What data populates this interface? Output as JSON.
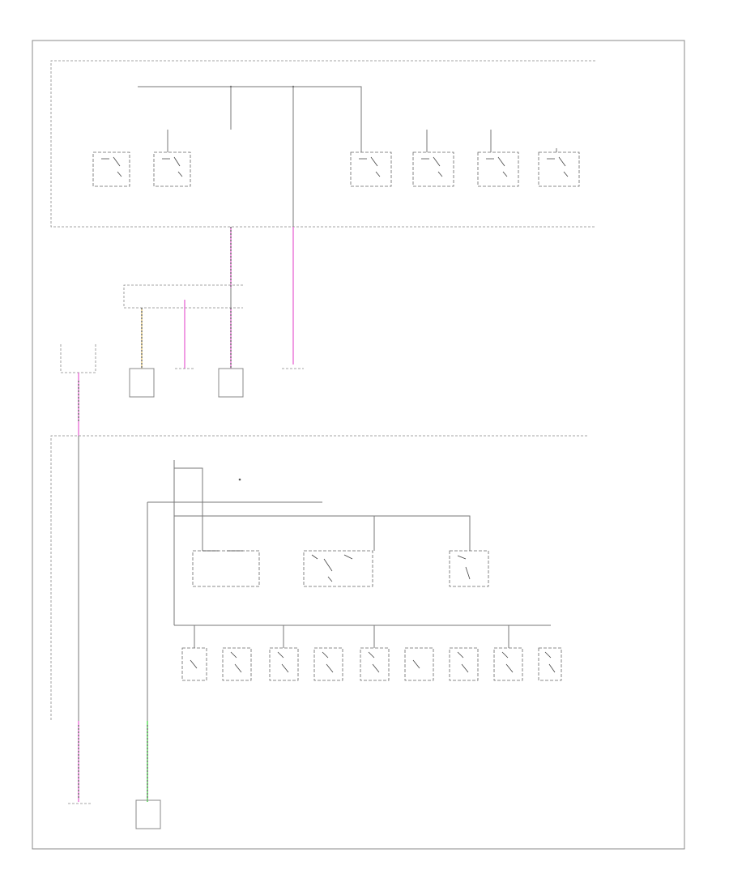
{
  "frame_label": "",
  "upper_fuse_block": {
    "label": "",
    "feed_label": "",
    "fuse_labels": [
      "",
      "",
      ""
    ],
    "relays": [
      {
        "id": "u1",
        "label": ""
      },
      {
        "id": "u2",
        "label": ""
      },
      {
        "id": "u3",
        "label": ""
      },
      {
        "id": "u4",
        "label": ""
      },
      {
        "id": "u5",
        "label": ""
      },
      {
        "id": "u6",
        "label": ""
      }
    ]
  },
  "wires": {
    "w_main_left": "",
    "w_main_right": "",
    "w_left_feed": "",
    "w_bottom_left": "",
    "w_bottom_right": ""
  },
  "splice_label": "",
  "mid_components": [
    {
      "id": "m1",
      "label": ""
    },
    {
      "id": "m2",
      "label": ""
    },
    {
      "id": "m3",
      "label": ""
    },
    {
      "id": "m4",
      "label": ""
    }
  ],
  "left_feed_label": "",
  "lower_fuse_block": {
    "label": "",
    "relays": [
      {
        "id": "l1",
        "label": ""
      },
      {
        "id": "l2",
        "label": ""
      },
      {
        "id": "l3",
        "label": ""
      }
    ],
    "switches": [
      {
        "id": "s1",
        "label": ""
      },
      {
        "id": "s2",
        "label": ""
      },
      {
        "id": "s3",
        "label": ""
      },
      {
        "id": "s4",
        "label": ""
      },
      {
        "id": "s5",
        "label": ""
      },
      {
        "id": "s6",
        "label": ""
      },
      {
        "id": "s7",
        "label": ""
      },
      {
        "id": "s8",
        "label": ""
      },
      {
        "id": "s9",
        "label": ""
      }
    ]
  },
  "bottom_components": [
    {
      "id": "b1",
      "label": ""
    },
    {
      "id": "b2",
      "label": ""
    }
  ],
  "colors": {
    "pink": "#e55bd0",
    "green": "#3ad23a",
    "line": "#777777"
  }
}
